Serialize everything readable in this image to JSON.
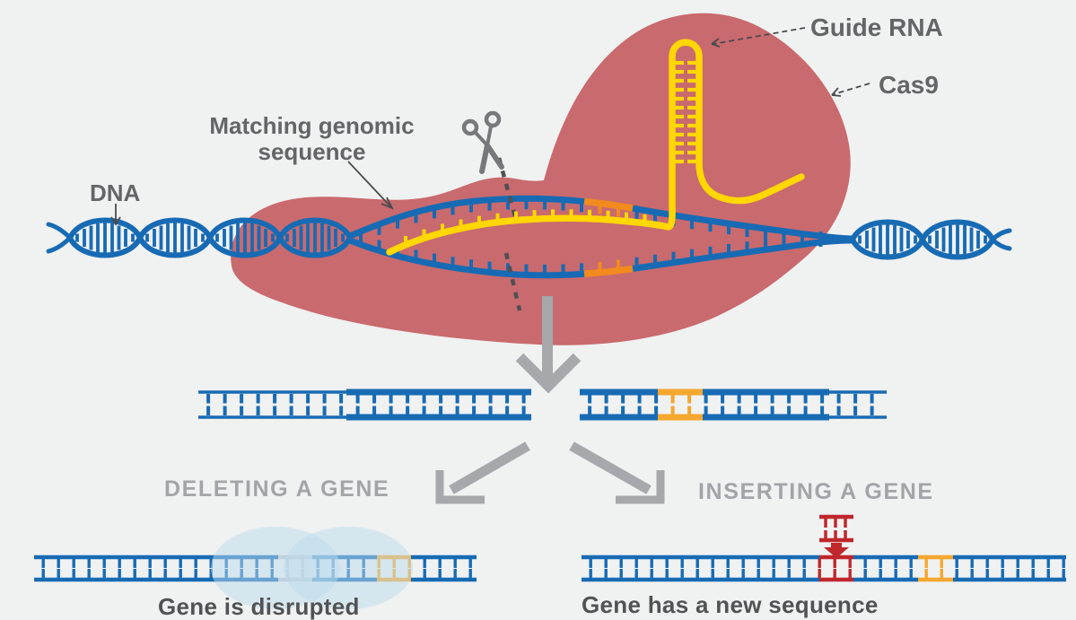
{
  "figure": {
    "name": "CRISPR-Cas9 gene editing diagram",
    "labels": {
      "dna": "DNA",
      "matching_sequence_line1": "Matching genomic",
      "matching_sequence_line2": "sequence",
      "guide_rna": "Guide RNA",
      "cas9": "Cas9"
    },
    "outcomes": {
      "deleting": {
        "heading": "DELETING A GENE",
        "caption": "Gene is disrupted"
      },
      "inserting": {
        "heading": "INSERTING A GENE",
        "caption": "Gene has a new sequence"
      }
    },
    "icons": {
      "scissors": "scissors-icon",
      "cut_line": "dashed-cut-line",
      "down_arrow": "down-arrow-icon",
      "branch_left": "branch-arrow-left-icon",
      "branch_right": "branch-arrow-right-icon",
      "insert_arrow": "insert-arrow-icon"
    },
    "colors": {
      "background": "#F0F1F1",
      "cas9_body": "#C96A6E",
      "dna_blue": "#176BB4",
      "rna_yellow": "#FFD702",
      "pam_orange": "#F28A1E",
      "ladder_orange": "#F5A72E",
      "insert_red": "#C0272D",
      "disrupted_gray": "#C6C7C9",
      "highlight_blue": "#BCDCEE",
      "label_gray": "#646567",
      "heading_gray": "#A2A4A7",
      "caption_gray": "#515254",
      "arrow_gray": "#A6A8AB",
      "scissors_gray": "#77787B",
      "dash_gray": "#4F5052"
    }
  }
}
